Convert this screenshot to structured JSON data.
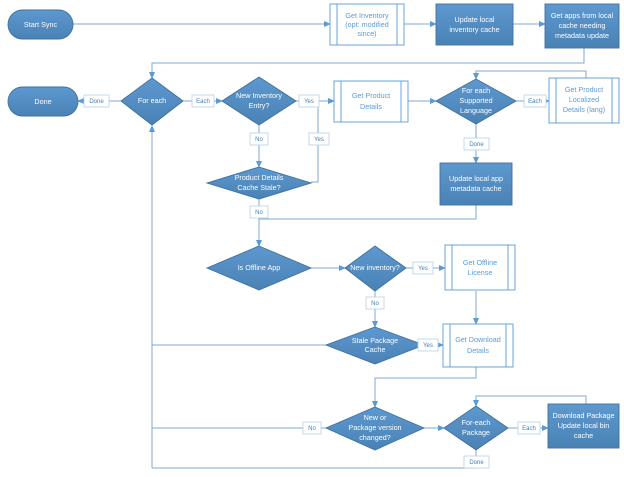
{
  "diagram": {
    "title": "App Sync Flowchart",
    "colors": {
      "fill_blue": "#4f87bd",
      "fill_blue_light": "#5b9bd5",
      "stroke_blue": "#41719c",
      "line_blue": "#7fa9d0",
      "white": "#ffffff",
      "label_text": "#3f7fb5",
      "node_text_light": "#ffffff",
      "node_text_blue": "#5b9bd5"
    },
    "nodes": [
      {
        "id": "start",
        "type": "terminator",
        "label": "Start Sync"
      },
      {
        "id": "done",
        "type": "terminator",
        "label": "Done"
      },
      {
        "id": "get_inventory",
        "type": "predefined",
        "label": "Get Inventory (opt: modified since)",
        "lines": [
          "Get Inventory",
          "(opt: modified",
          "since)"
        ]
      },
      {
        "id": "update_inv_cache",
        "type": "process",
        "label": "Update local inventory cache",
        "lines": [
          "Update local",
          "inventory cache"
        ]
      },
      {
        "id": "get_apps_local",
        "type": "process",
        "label": "Get apps from local cache needing metadata update",
        "lines": [
          "Get apps from local",
          "cache needing",
          "metadata update"
        ]
      },
      {
        "id": "foreach",
        "type": "decision",
        "label": "For each",
        "lines": [
          "For each"
        ]
      },
      {
        "id": "new_inv_entry",
        "type": "decision",
        "label": "New Inventory Entry?",
        "lines": [
          "New Inventory",
          "Entry?"
        ]
      },
      {
        "id": "get_prod_details",
        "type": "predefined",
        "label": "Get Product Details",
        "lines": [
          "Get Product",
          "Details"
        ]
      },
      {
        "id": "foreach_lang",
        "type": "decision",
        "label": "For each Supported Language",
        "lines": [
          "For each",
          "Supported",
          "Language"
        ]
      },
      {
        "id": "get_loc_details",
        "type": "predefined",
        "label": "Get Product Localized Details (lang)",
        "lines": [
          "Get Product",
          "Localized",
          "Details (lang)"
        ]
      },
      {
        "id": "prod_cache_stale",
        "type": "decision",
        "label": "Product Details Cache Stale?",
        "lines": [
          "Product Details",
          "Cache Stale?"
        ]
      },
      {
        "id": "update_app_meta",
        "type": "process",
        "label": "Update local app metadata cache",
        "lines": [
          "Update local app",
          "metadata cache"
        ]
      },
      {
        "id": "is_offline_app",
        "type": "decision",
        "label": "Is Offline App",
        "lines": [
          "Is Offline App"
        ]
      },
      {
        "id": "new_inventory",
        "type": "decision",
        "label": "New inventory?",
        "lines": [
          "New inventory?"
        ]
      },
      {
        "id": "get_offline_lic",
        "type": "predefined",
        "label": "Get Offline License",
        "lines": [
          "Get Offline",
          "License"
        ]
      },
      {
        "id": "stale_pkg_cache",
        "type": "decision",
        "label": "Stale Package Cache",
        "lines": [
          "Stale Package",
          "Cache"
        ]
      },
      {
        "id": "get_dl_details",
        "type": "predefined",
        "label": "Get Download Details",
        "lines": [
          "Get Download",
          "Details"
        ]
      },
      {
        "id": "new_or_pkg_ver",
        "type": "decision",
        "label": "New or Package version changed?",
        "lines": [
          "New or",
          "Package version",
          "changed?"
        ]
      },
      {
        "id": "foreach_pkg",
        "type": "decision",
        "label": "For each Package",
        "lines": [
          "For-each",
          "Package"
        ]
      },
      {
        "id": "download_pkg",
        "type": "process",
        "label": "Download Package Update local bin cache",
        "lines": [
          "Download Package",
          "Update local bin",
          "cache"
        ]
      }
    ],
    "edge_labels": [
      {
        "id": "lbl_done_foreach",
        "text": "Done"
      },
      {
        "id": "lbl_each_foreach",
        "text": "Each"
      },
      {
        "id": "lbl_yes_newinv",
        "text": "Yes"
      },
      {
        "id": "lbl_no_newinv",
        "text": "No"
      },
      {
        "id": "lbl_each_lang",
        "text": "Each"
      },
      {
        "id": "lbl_done_lang",
        "text": "Done"
      },
      {
        "id": "lbl_no_prodcache",
        "text": "No"
      },
      {
        "id": "lbl_yes_newinventory",
        "text": "Yes"
      },
      {
        "id": "lbl_no_newinventory",
        "text": "No"
      },
      {
        "id": "lbl_yes_stalepkg",
        "text": "Yes"
      },
      {
        "id": "lbl_no_newpkgver",
        "text": "No"
      },
      {
        "id": "lbl_each_pkg",
        "text": "Each"
      },
      {
        "id": "lbl_done_pkg",
        "text": "Done"
      }
    ]
  }
}
